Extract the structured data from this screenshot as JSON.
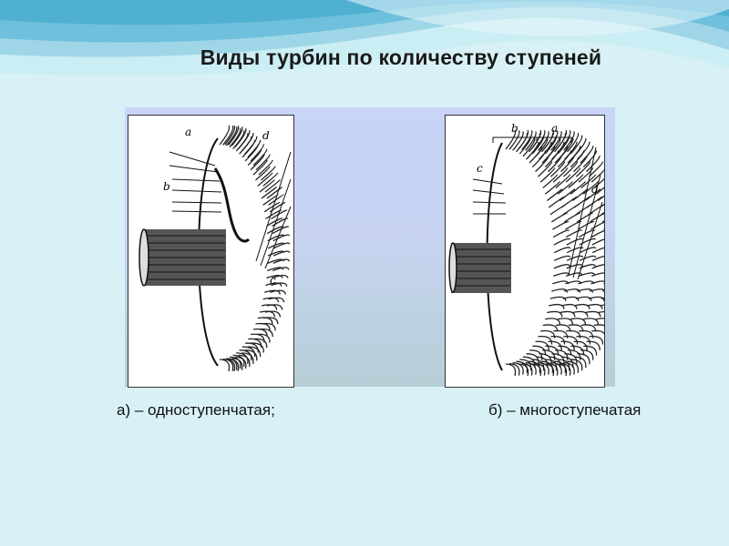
{
  "slide": {
    "title": "Виды турбин по количеству ступеней"
  },
  "figures": {
    "single_stage": {
      "caption": "а) – одноступенчатая;",
      "letters": {
        "a": "a",
        "b": "b",
        "c": "c",
        "d": "d"
      }
    },
    "multi_stage": {
      "caption": "б) – многоступечатая",
      "letters": {
        "b": "b",
        "a": "a",
        "c": "c",
        "d": "d"
      }
    }
  },
  "colors": {
    "background": "#d8f1f6",
    "wave_light": "#eaf7fb",
    "wave_mid": "#a9dcea",
    "wave_dark": "#5cb6d3"
  }
}
